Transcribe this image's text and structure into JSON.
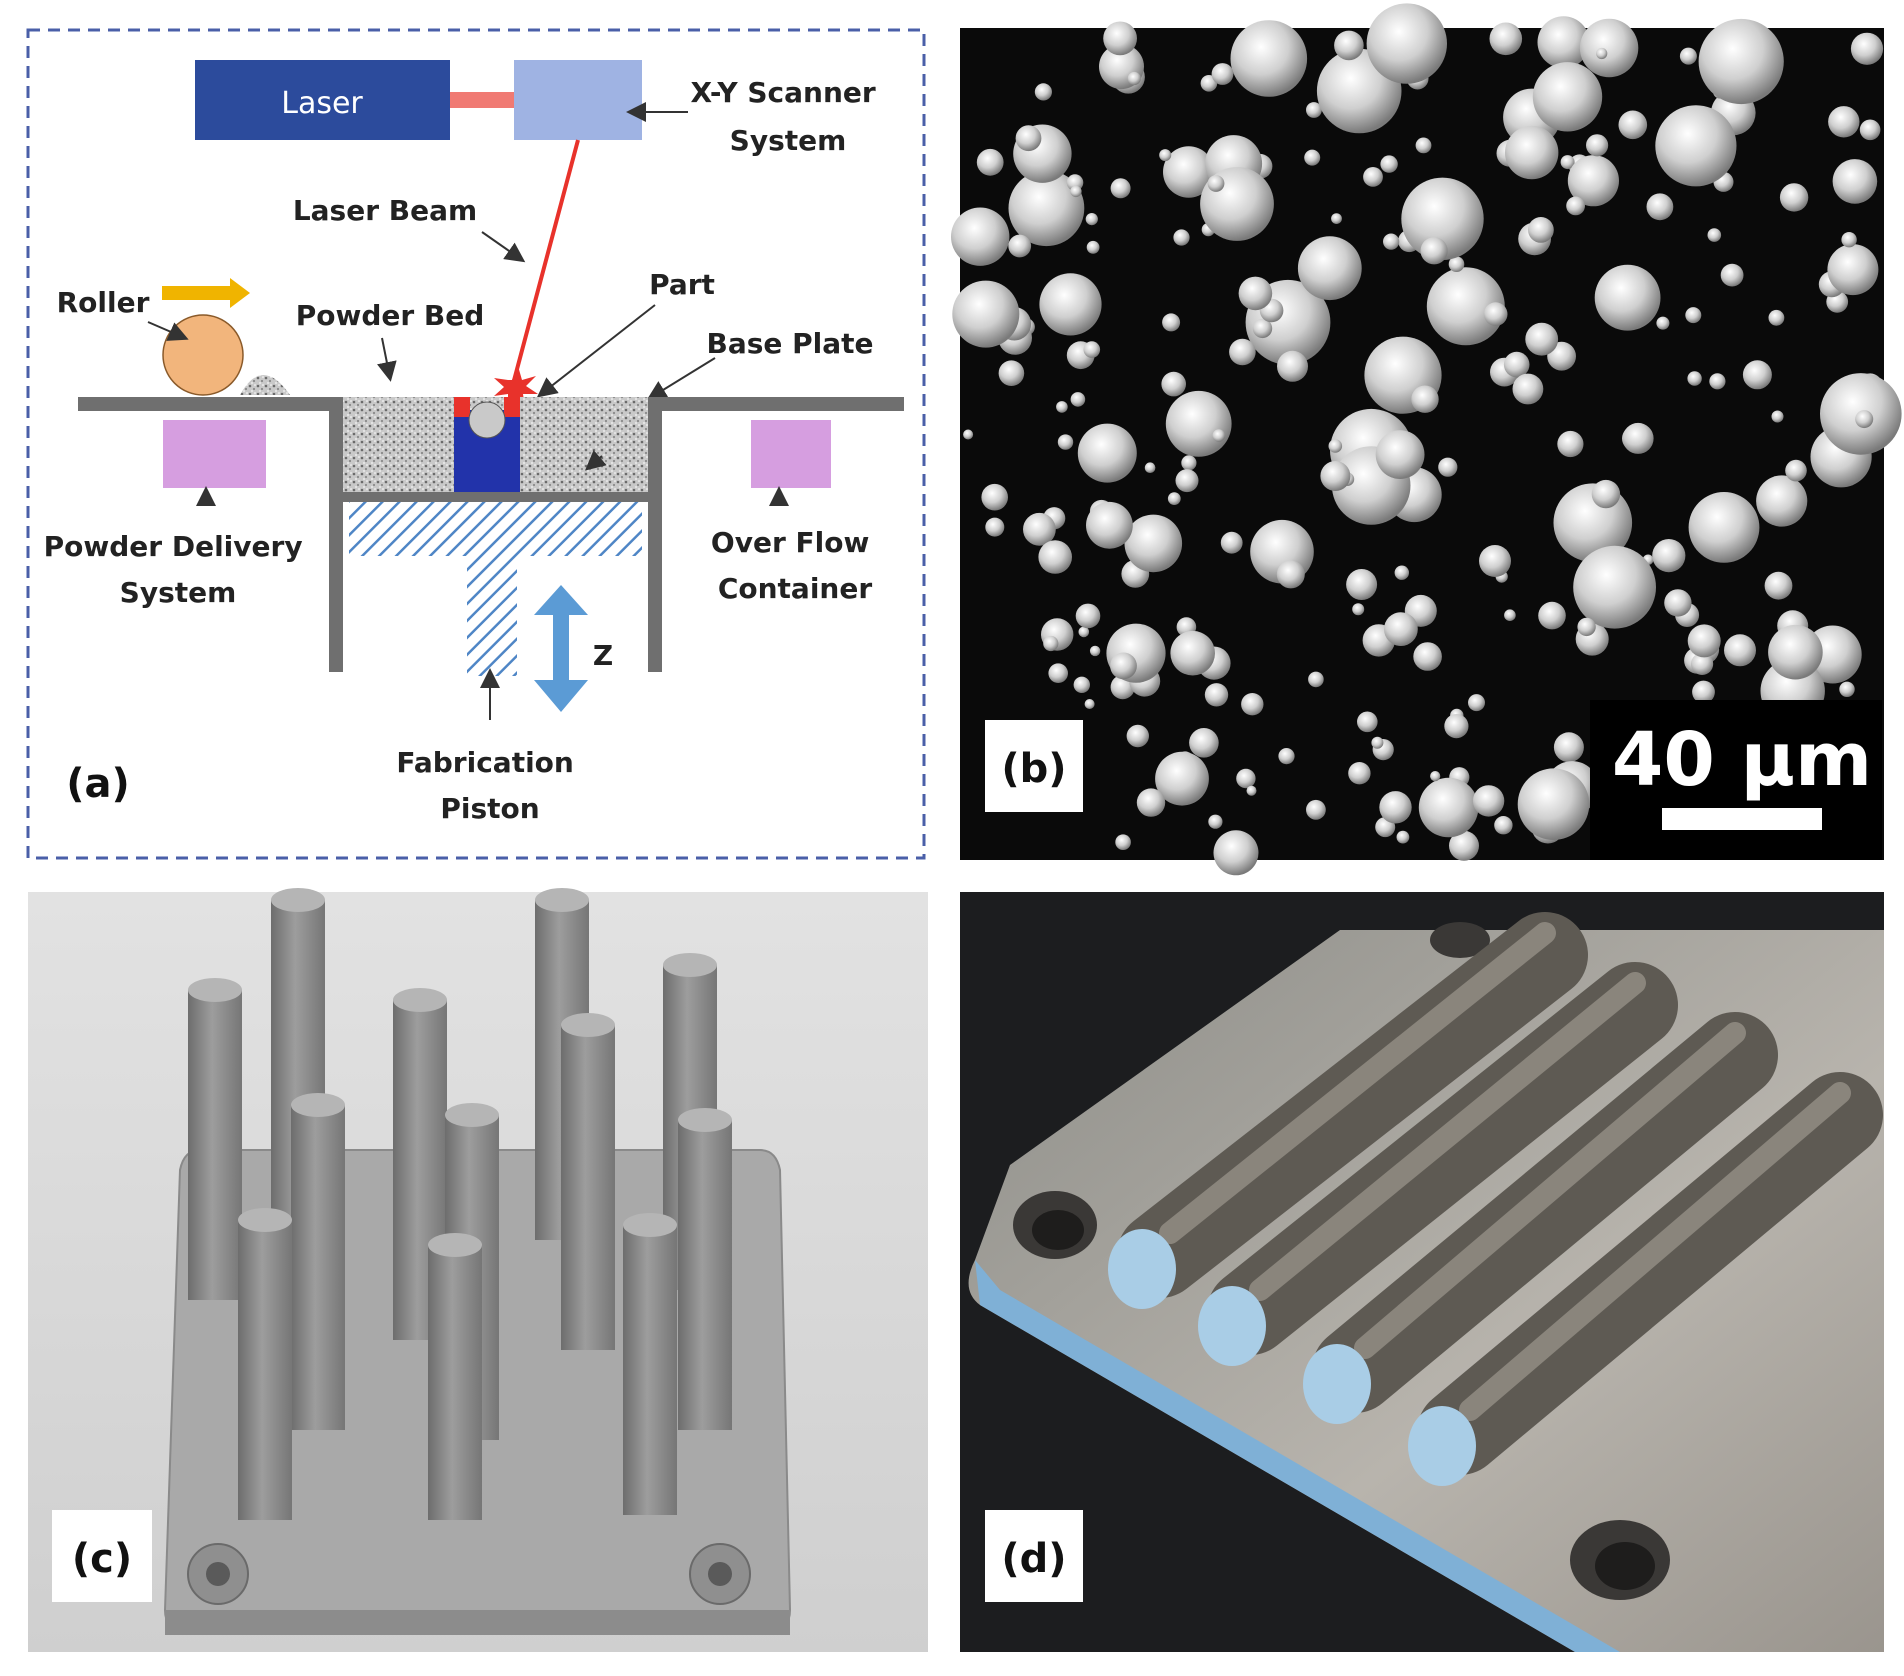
{
  "panels": {
    "a": {
      "label": "(a)",
      "texts": {
        "laser": "Laser",
        "scanner": "X-Y Scanner\nSystem",
        "laser_beam": "Laser Beam",
        "roller": "Roller",
        "powder_bed": "Powder Bed",
        "part": "Part",
        "base_plate": "Base Plate",
        "powder_delivery": "Powder Delivery\nSystem",
        "overflow": "Over Flow\nContainer",
        "z_axis": "Z",
        "piston": "Fabrication\nPiston"
      },
      "colors": {
        "laser_box": "#2c4b9c",
        "scanner_box": "#9fb3e3",
        "beam": "#e8322b",
        "roller": "#f2b57c",
        "arrow_yellow": "#f0b400",
        "delivery_box": "#d69ee0",
        "part_box": "#2233aa",
        "wall": "#6f6f6f",
        "z_arrow": "#5b9bd5",
        "frame": "#4a5fa8"
      }
    },
    "b": {
      "label": "(b)",
      "scale_bar": "40 µm"
    },
    "c": {
      "label": "(c)"
    },
    "d": {
      "label": "(d)"
    }
  }
}
